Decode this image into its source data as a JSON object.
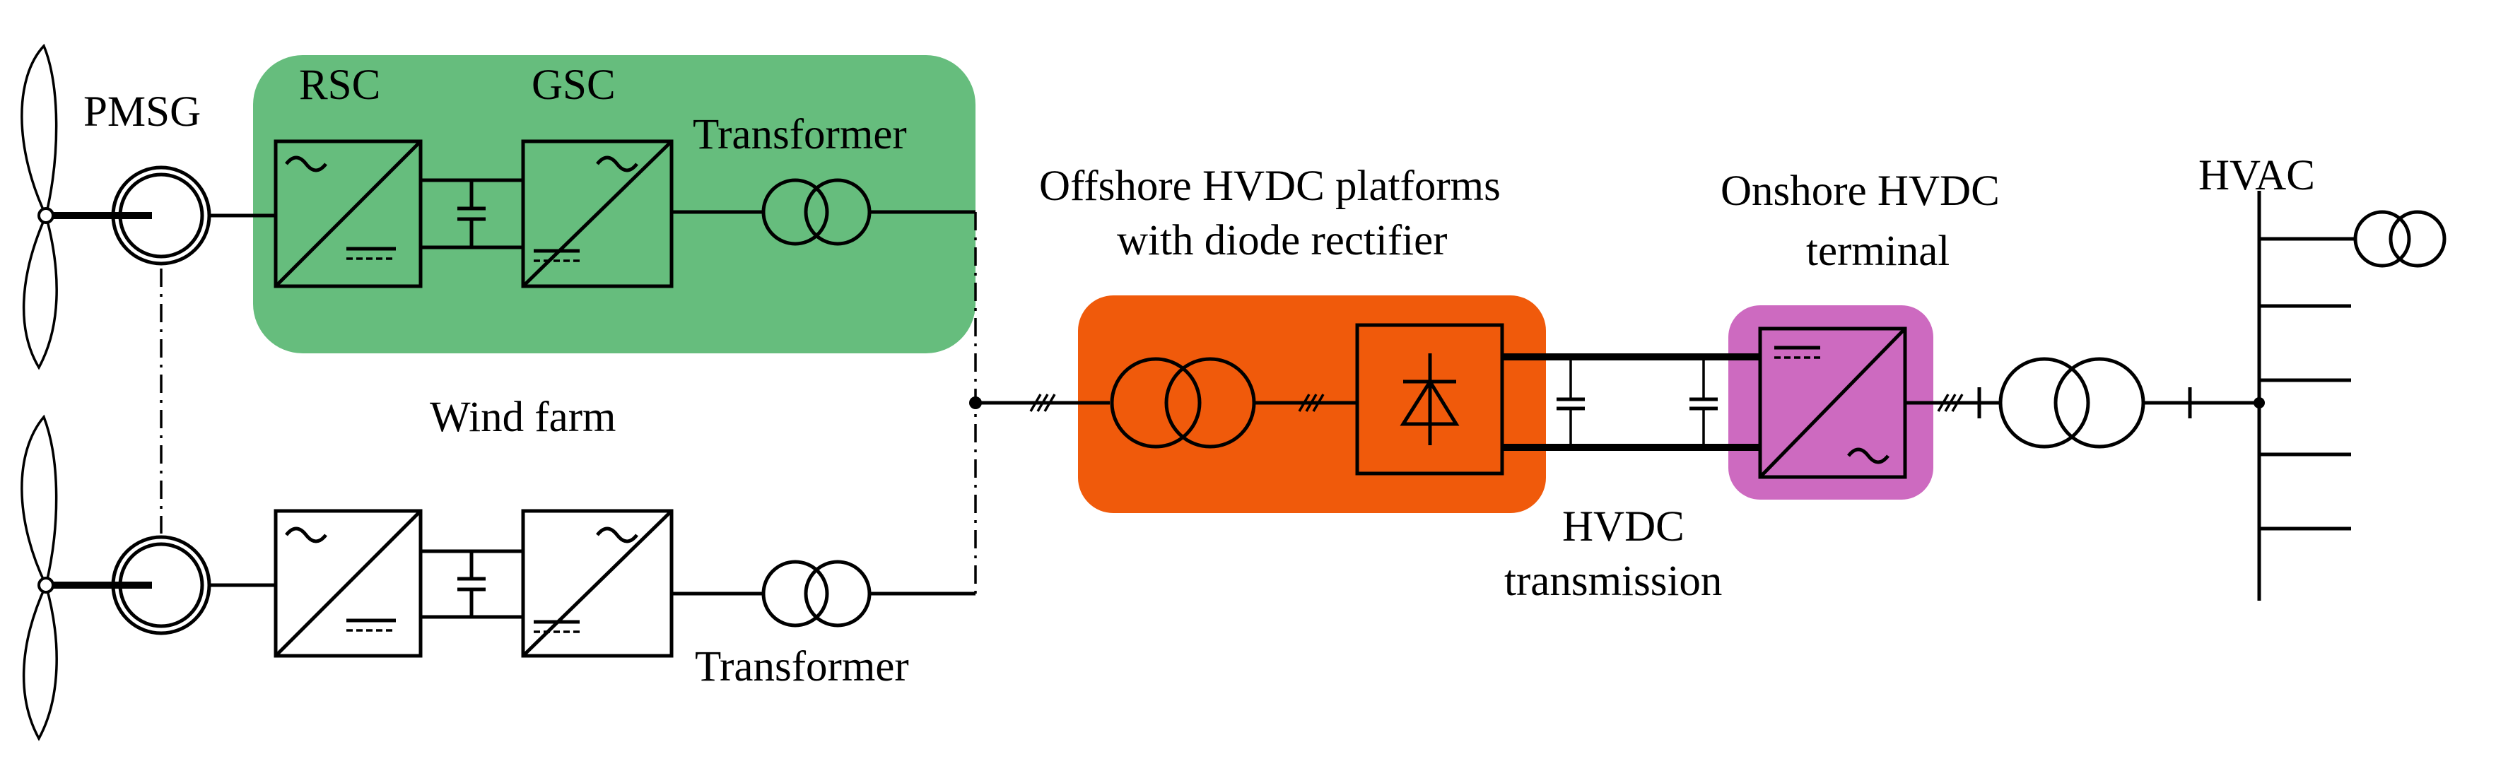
{
  "labels": {
    "pmsg": "PMSG",
    "rsc": "RSC",
    "gsc": "GSC",
    "transformer_top": "Transformer",
    "transformer_bottom": "Transformer",
    "wind_farm": "Wind farm",
    "offshore_line1": "Offshore HVDC platforms",
    "offshore_line2": "with diode rectifier",
    "onshore_line1": "Onshore HVDC",
    "onshore_line2": "terminal",
    "hvdc_line1": "HVDC",
    "hvdc_line2": "transmission",
    "hvac": "HVAC"
  },
  "colors": {
    "wind_farm_fill": "#66bd7d",
    "offshore_fill": "#f05a0b",
    "onshore_fill": "#cd6ac0",
    "line": "#000000"
  },
  "icons": [
    "turbine-blade-icon",
    "generator-icon",
    "ac-dc-converter-icon",
    "transformer-icon",
    "diode-icon",
    "capacitor-icon"
  ]
}
